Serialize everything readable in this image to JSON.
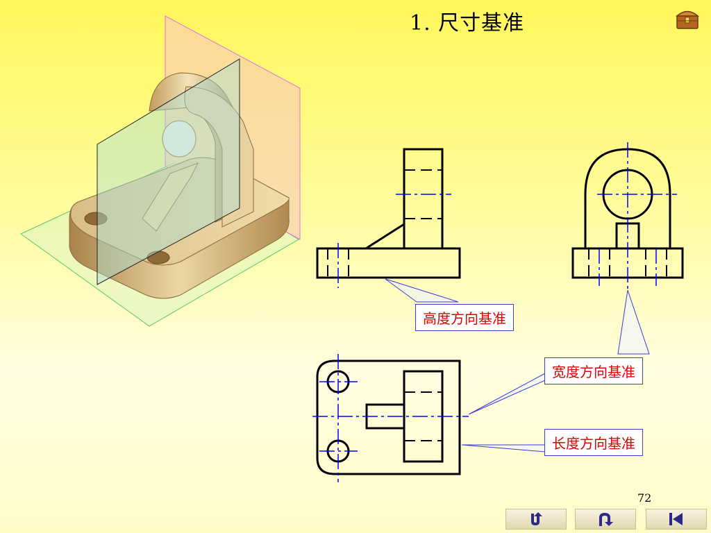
{
  "slide": {
    "title": "1. 尺寸基准",
    "page_number": "72"
  },
  "labels": {
    "height_datum": "高度方向基准",
    "width_datum": "宽度方向基准",
    "length_datum": "长度方向基准"
  },
  "nav": {
    "buttons": [
      {
        "icon": "return-arrow-icon"
      },
      {
        "icon": "back-arrow-icon"
      },
      {
        "icon": "first-page-icon"
      }
    ],
    "home_icon": "treasure-chest-icon"
  },
  "colors": {
    "label_text": "#e00000",
    "label_border": "#3b3bd6",
    "centerline": "#0000ff",
    "outline": "#000000",
    "part_fill": "#d8b878"
  }
}
